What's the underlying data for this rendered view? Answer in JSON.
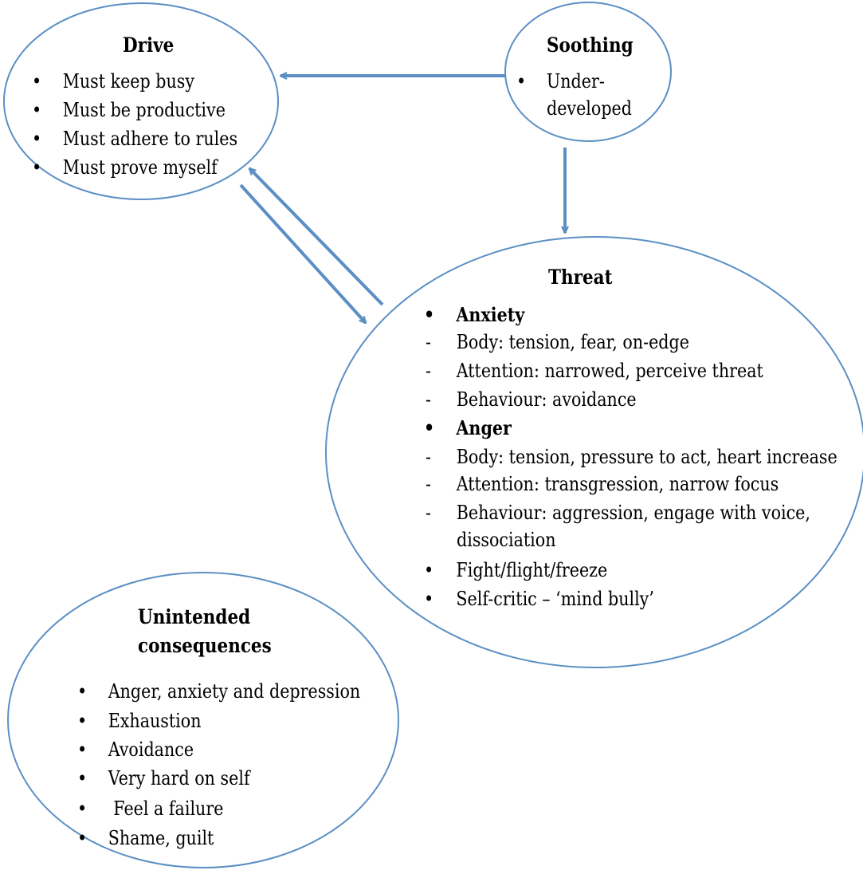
{
  "colors": {
    "stroke": "#5b8fc4",
    "text": "#000000",
    "background": "#ffffff"
  },
  "drive": {
    "title": "Drive",
    "items": [
      "Must keep busy",
      "Must be productive",
      "Must adhere to rules",
      "Must prove myself"
    ]
  },
  "soothing": {
    "title": "Soothing",
    "item_line1": "Under-",
    "item_line2": "developed"
  },
  "threat": {
    "title": "Threat",
    "anxiety": {
      "heading": "Anxiety",
      "points": [
        "Body: tension, fear, on-edge",
        "Attention: narrowed, perceive threat",
        "Behaviour: avoidance"
      ]
    },
    "anger": {
      "heading": "Anger",
      "points": [
        "Body: tension, pressure to act, heart increase",
        "Attention: transgression, narrow focus"
      ],
      "behaviour_line1": "Behaviour: aggression, engage with voice,",
      "behaviour_line2": "dissociation"
    },
    "extra_items": [
      "Fight/flight/freeze",
      "Self-critic – ‘mind bully’"
    ]
  },
  "unintended": {
    "title_line1": "Unintended",
    "title_line2": "consequences",
    "items": [
      "Anger, anxiety and depression",
      "Exhaustion",
      "Avoidance",
      "Very hard on self",
      " Feel a failure",
      "Shame, guilt"
    ]
  },
  "markers": {
    "bullet": "•",
    "dash": "-"
  }
}
